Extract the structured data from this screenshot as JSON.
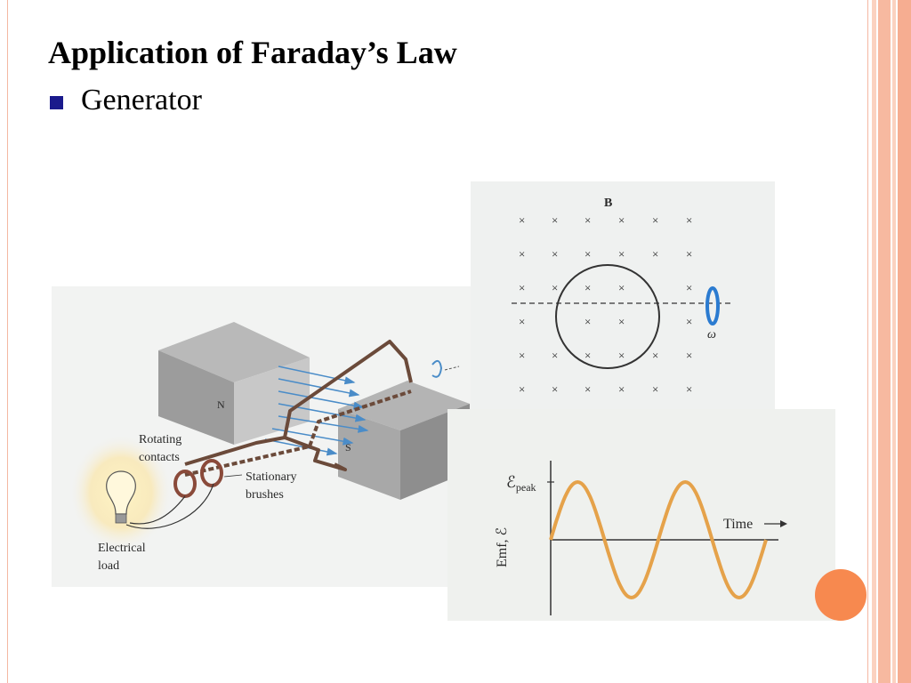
{
  "slide": {
    "title": "Application of Faraday’s Law",
    "bullet": "Generator"
  },
  "figure_generator": {
    "pole_n": "N",
    "pole_s": "S",
    "label_rotating": "Rotating",
    "label_contacts": "contacts",
    "label_stationary": "Stationary",
    "label_brushes": "brushes",
    "label_electrical": "Electrical",
    "label_load": "load"
  },
  "figure_field": {
    "field_label": "B",
    "omega_label": "ω",
    "field_mark": "×"
  },
  "figure_emf": {
    "peak_label": "ℰ",
    "peak_sub": "peak",
    "y_label": "Emf, ℰ",
    "x_label": "Time"
  },
  "colors": {
    "accent_bullet": "#1a1a8c",
    "accent_circle": "#f7894f",
    "border_stripes": "#f6ad91",
    "sine_curve": "#e5a24a",
    "field_arrows": "#4a8cc8"
  }
}
